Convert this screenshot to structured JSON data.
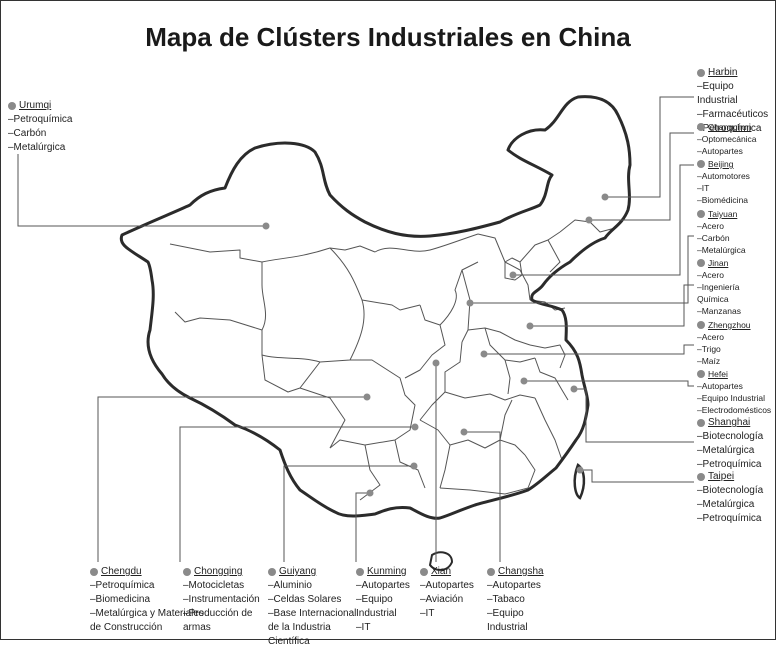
{
  "title": "Mapa de Clústers Industriales en China",
  "clusters": {
    "urumqi": {
      "name": "Urumqi",
      "industries": [
        "–Petroquímica",
        "–Carbón",
        "–Metalúrgica"
      ]
    },
    "harbin": {
      "name": "Harbin",
      "industries": [
        "–Equipo Industrial",
        "–Farmacéuticos",
        "–Petroquímica"
      ]
    },
    "changchun": {
      "name": "Changchun",
      "industries": [
        "–Optomecánica",
        "–Autopartes"
      ]
    },
    "beijing": {
      "name": "Beijing",
      "industries": [
        "–Automotores",
        "–IT",
        "–Biomédicina"
      ]
    },
    "taiyuan": {
      "name": "Taiyuan",
      "industries": [
        "–Acero",
        "–Carbón",
        "–Metalúrgica"
      ]
    },
    "jinan": {
      "name": "Jinan",
      "industries": [
        "–Acero",
        "–Ingeniería",
        "Química",
        "–Manzanas"
      ]
    },
    "zhengzhou": {
      "name": "Zhengzhou",
      "industries": [
        "–Acero",
        "–Trigo",
        "–Maíz"
      ]
    },
    "hefei": {
      "name": "Hefei",
      "industries": [
        "–Autopartes",
        "–Equipo Industrial",
        "–Electrodomésticos"
      ]
    },
    "shanghai": {
      "name": "Shanghai",
      "industries": [
        "–Biotecnología",
        "–Metalúrgica",
        "–Petroquímica"
      ]
    },
    "taipei": {
      "name": "Taipei",
      "industries": [
        "–Biotecnología",
        "–Metalúrgica",
        "–Petroquímica"
      ]
    },
    "chengdu": {
      "name": "Chengdu",
      "industries": [
        "–Petroquímica",
        "–Biomedicina",
        "–Metalúrgica y Materiales",
        "de Construcción"
      ]
    },
    "chongqing": {
      "name": "Chongqing",
      "industries": [
        "–Motocicletas",
        "–Instrumentación",
        "–Producción de",
        "armas"
      ]
    },
    "guiyang": {
      "name": "Guiyang",
      "industries": [
        "–Aluminio",
        "–Celdas Solares",
        "–Base Internacional",
        "de la Industria",
        "Científica"
      ]
    },
    "kunming": {
      "name": "Kunming",
      "industries": [
        "–Autopartes",
        "–Equipo",
        "Industrial",
        "–IT"
      ]
    },
    "xian": {
      "name": "Xian",
      "industries": [
        "–Autopartes",
        "–Aviación",
        "–IT"
      ]
    },
    "changsha": {
      "name": "Changsha",
      "industries": [
        "–Autopartes",
        "–Tabaco",
        "–Equipo",
        "Industrial"
      ]
    }
  },
  "colors": {
    "marker": "#8a8a8a",
    "outline": "#2b2b2b",
    "province": "#555555",
    "leader": "#555555"
  }
}
